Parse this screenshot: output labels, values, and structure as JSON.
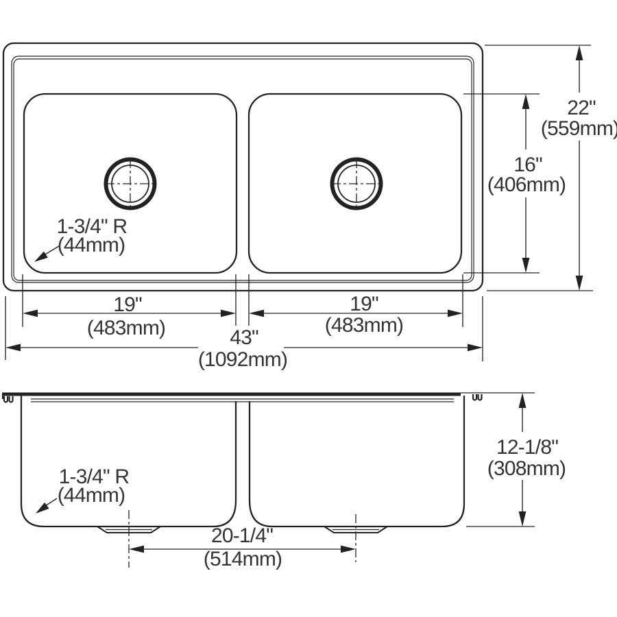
{
  "drawing": {
    "background": "#ffffff",
    "line_color": "#222222",
    "text_color": "#333333",
    "top_view": {
      "overall_width": {
        "in": "43\"",
        "mm": "(1092mm)"
      },
      "overall_depth": {
        "in": "22\"",
        "mm": "(559mm)"
      },
      "bowl_depth": {
        "in": "16\"",
        "mm": "(406mm)"
      },
      "left_bowl_width": {
        "in": "19\"",
        "mm": "(483mm)"
      },
      "right_bowl_width": {
        "in": "19\"",
        "mm": "(483mm)"
      },
      "corner_radius": {
        "r": "1-3/4\" R",
        "mm": "(44mm)"
      }
    },
    "side_view": {
      "bowl_depth": {
        "in": "12-1/8\"",
        "mm": "(308mm)"
      },
      "drain_centers": {
        "in": "20-1/4\"",
        "mm": "(514mm)"
      },
      "corner_radius": {
        "r": "1-3/4\" R",
        "mm": "(44mm)"
      }
    }
  }
}
